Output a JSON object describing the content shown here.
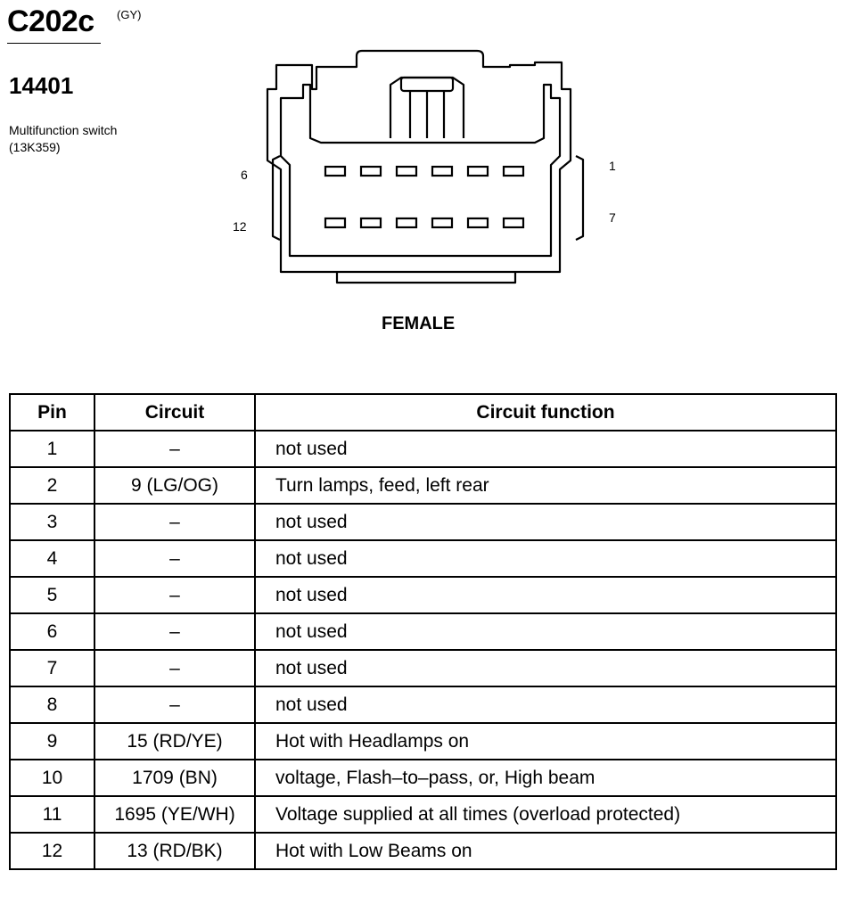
{
  "connector": {
    "id": "C202c",
    "color_code": "(GY)",
    "part_number": "14401",
    "description_line1": "Multifunction switch",
    "description_line2": "(13K359)",
    "gender": "FEMALE",
    "pin_labels": {
      "top_left": "6",
      "bottom_left": "12",
      "top_right": "1",
      "bottom_right": "7"
    }
  },
  "table": {
    "headers": {
      "pin": "Pin",
      "circuit": "Circuit",
      "function": "Circuit function"
    },
    "rows": [
      {
        "pin": "1",
        "circuit": "–",
        "function": "not used"
      },
      {
        "pin": "2",
        "circuit": "9 (LG/OG)",
        "function": "Turn lamps, feed, left rear"
      },
      {
        "pin": "3",
        "circuit": "–",
        "function": "not used"
      },
      {
        "pin": "4",
        "circuit": "–",
        "function": "not used"
      },
      {
        "pin": "5",
        "circuit": "–",
        "function": "not used"
      },
      {
        "pin": "6",
        "circuit": "–",
        "function": "not used"
      },
      {
        "pin": "7",
        "circuit": "–",
        "function": "not used"
      },
      {
        "pin": "8",
        "circuit": "–",
        "function": "not used"
      },
      {
        "pin": "9",
        "circuit": "15 (RD/YE)",
        "function": "Hot with Headlamps on"
      },
      {
        "pin": "10",
        "circuit": "1709 (BN)",
        "function": "voltage, Flash–to–pass, or, High beam"
      },
      {
        "pin": "11",
        "circuit": "1695 (YE/WH)",
        "function": "Voltage supplied at all times (overload protected)"
      },
      {
        "pin": "12",
        "circuit": "13 (RD/BK)",
        "function": "Hot with Low Beams on"
      }
    ]
  }
}
